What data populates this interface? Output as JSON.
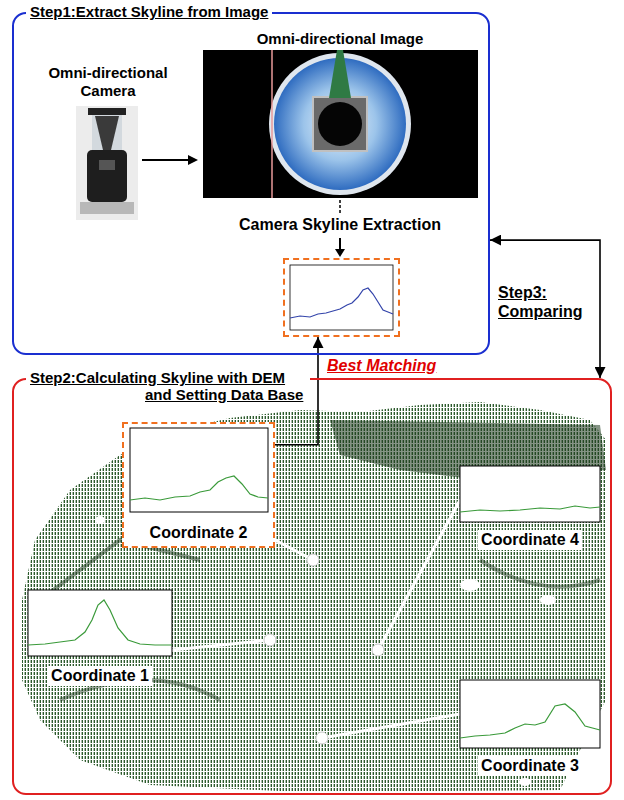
{
  "diagram": {
    "nodes": [
      {
        "text": [
          "Step1:Extract Skyline from Image"
        ]
      },
      {
        "text": [
          "Camera Skyline Extraction"
        ],
        "in": 0
      },
      {
        "text": [
          "Step2:Calculating Skyline with DEM and Setting Data Base"
        ]
      },
      {
        "text": [
          "Coordinate 2"
        ],
        "in": 2
      },
      {
        "text": [
          "Coordinate 4"
        ],
        "in": 2
      },
      {
        "text": [
          "Coordinate 1"
        ],
        "in": 2
      },
      {
        "text": [
          "Coordinate 3"
        ],
        "in": 2
      }
    ],
    "edges": [
      {
        "from": 0,
        "to": 2,
        "arrow": "both",
        "label": "Step3: Comparing"
      },
      {
        "from": 3,
        "to": 1,
        "arrow": "to",
        "label": "Best Matching"
      }
    ],
    "labels": [
      "Omni-directional Camera",
      "Omni-directional Image"
    ]
  }
}
